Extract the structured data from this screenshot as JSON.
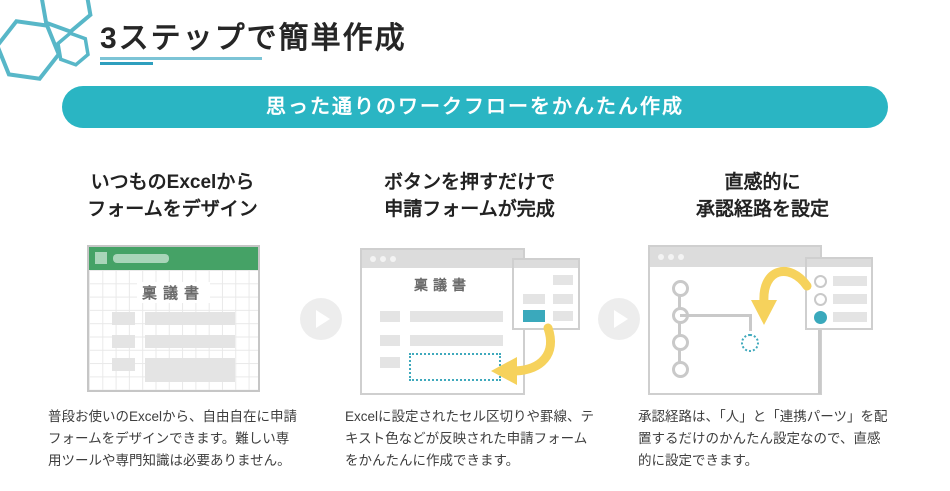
{
  "header": {
    "title": "3ステップで簡単作成"
  },
  "banner": {
    "label": "思った通りのワークフローをかんたん作成"
  },
  "steps": [
    {
      "heading_line1": "いつものExcelから",
      "heading_line2": "フォームをデザイン",
      "description": "普段お使いのExcelから、自由自在に申請フォームをデザインできます。難しい専用ツールや専門知識は必要ありません。",
      "illustration": {
        "type": "excel-sheet",
        "doc_title": "稟議書"
      }
    },
    {
      "heading_line1": "ボタンを押すだけで",
      "heading_line2": "申請フォームが完成",
      "description": "Excelに設定されたセル区切りや罫線、テキスト色などが反映された申請フォームをかんたんに作成できます。",
      "illustration": {
        "type": "web-form",
        "doc_title": "稟議書"
      }
    },
    {
      "heading_line1": "直感的に",
      "heading_line2": "承認経路を設定",
      "description": "承認経路は、「人」と「連携パーツ」を配置するだけのかんたん設定なので、直感的に設定できます。",
      "illustration": {
        "type": "approval-route"
      }
    }
  ],
  "icons": {
    "hexagon_decoration": "hexagon-cluster-icon",
    "next_arrow": "play-circle-icon",
    "drag_arrow": "curved-yellow-arrow-icon"
  },
  "colors": {
    "accent_teal": "#2ab5c3",
    "hexagon_teal": "#58b7c8",
    "underline_light": "#7cc4d6",
    "underline_dark": "#2f9fbe",
    "excel_green": "#45a266",
    "excel_green_light": "#a9d5b9",
    "highlight_teal": "#3aa9bc",
    "arrow_yellow": "#f6d25c",
    "block_gray": "#e4e4e4",
    "border_gray": "#cbcbcb"
  }
}
